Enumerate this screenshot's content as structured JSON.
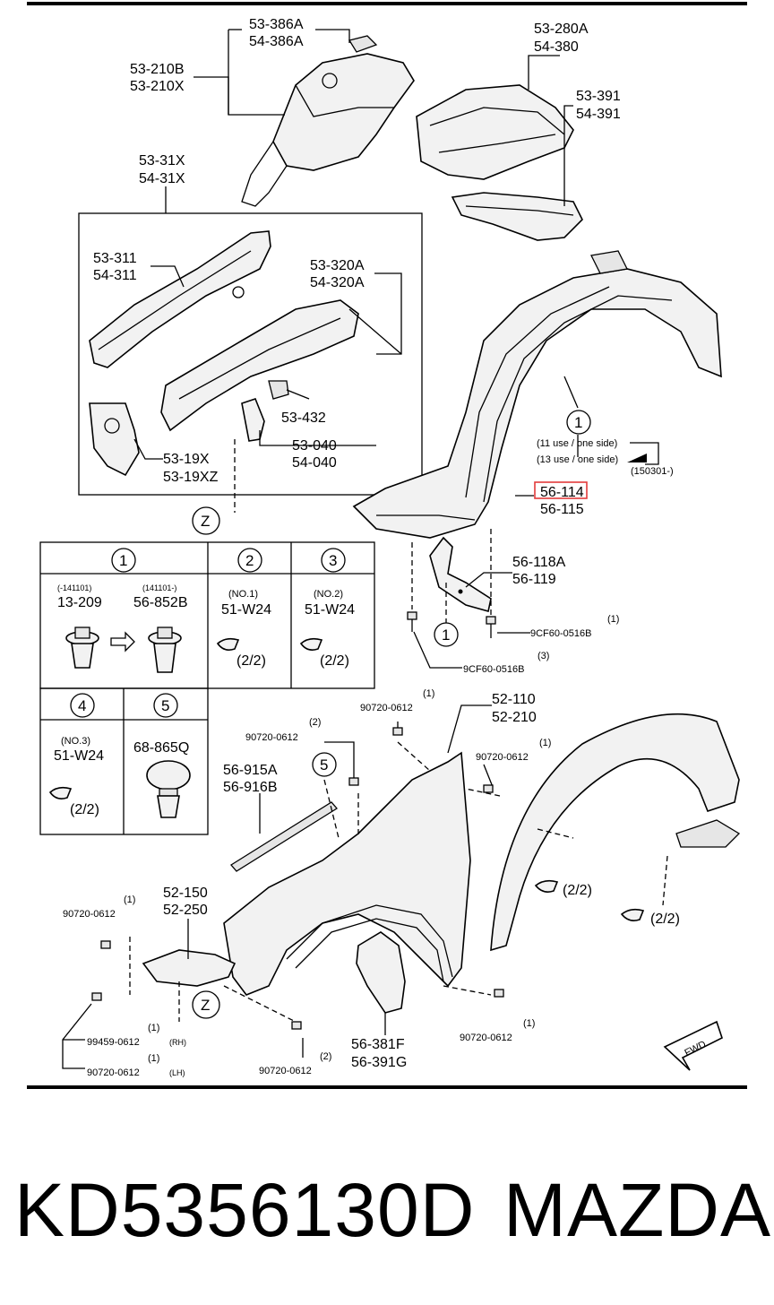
{
  "labels": {
    "p53_386a": "53-386A",
    "p54_386a": "54-386A",
    "p53_210b": "53-210B",
    "p53_210x": "53-210X",
    "p53_280a": "53-280A",
    "p54_380": "54-380",
    "p53_391": "53-391",
    "p54_391": "54-391",
    "p53_31x": "53-31X",
    "p54_31x": "54-31X",
    "p53_311": "53-311",
    "p54_311": "54-311",
    "p53_320a": "53-320A",
    "p54_320a": "54-320A",
    "p53_432": "53-432",
    "p53_040": "53-040",
    "p54_040": "54-040",
    "p53_19x": "53-19X",
    "p53_19xz": "53-19XZ",
    "use11": "(11 use / one side)",
    "use13": "(13 use / one side)",
    "date150301": "(150301-)",
    "p56_114": "56-114",
    "p56_115": "56-115",
    "p56_118a": "56-118A",
    "p56_119": "56-119",
    "q1": "(1)",
    "p9cf60_b1": "9CF60-0516B",
    "q3": "(3)",
    "p9cf60_b3": "9CF60-0516B",
    "q1a": "(1)",
    "p90720_a": "90720-0612",
    "p52_110": "52-110",
    "p52_210": "52-210",
    "q2a": "(2)",
    "p90720_b": "90720-0612",
    "q1b": "(1)",
    "p90720_c": "90720-0612",
    "p56_915a": "56-915A",
    "p56_916b": "56-916B",
    "q1c": "(1)",
    "p90720_d": "90720-0612",
    "p52_150": "52-150",
    "p52_250": "52-250",
    "q1d": "(1)",
    "p99459": "99459-0612",
    "rh": "(RH)",
    "q1e": "(1)",
    "p90720_e": "90720-0612",
    "lh": "(LH)",
    "q2b": "(2)",
    "p90720_f": "90720-0612",
    "p56_381f": "56-381F",
    "p56_391g": "56-391G",
    "q1f": "(1)",
    "p90720_g": "90720-0612",
    "z1": "Z",
    "z2": "Z",
    "c1_main": "1",
    "c1_left": "1",
    "c5": "5",
    "fwd": "FWD",
    "half1": "(2/2)",
    "half2": "(2/2)"
  },
  "table": {
    "h1": "1",
    "h2": "2",
    "h3": "3",
    "h4": "4",
    "h5": "5",
    "c1_date_a": "(-141101)",
    "c1_date_b": "(141101-)",
    "c1_part_a": "13-209",
    "c1_part_b": "56-852B",
    "c2_no": "(NO.1)",
    "c2_part": "51-W24",
    "c2_half": "(2/2)",
    "c3_no": "(NO.2)",
    "c3_part": "51-W24",
    "c3_half": "(2/2)",
    "c4_no": "(NO.3)",
    "c4_part": "51-W24",
    "c4_half": "(2/2)",
    "c5_part": "68-865Q"
  },
  "footer": {
    "part_number": "KD5356130D",
    "brand": "MAZDA"
  },
  "colors": {
    "highlight": "#e23b3b",
    "line": "#000000"
  }
}
